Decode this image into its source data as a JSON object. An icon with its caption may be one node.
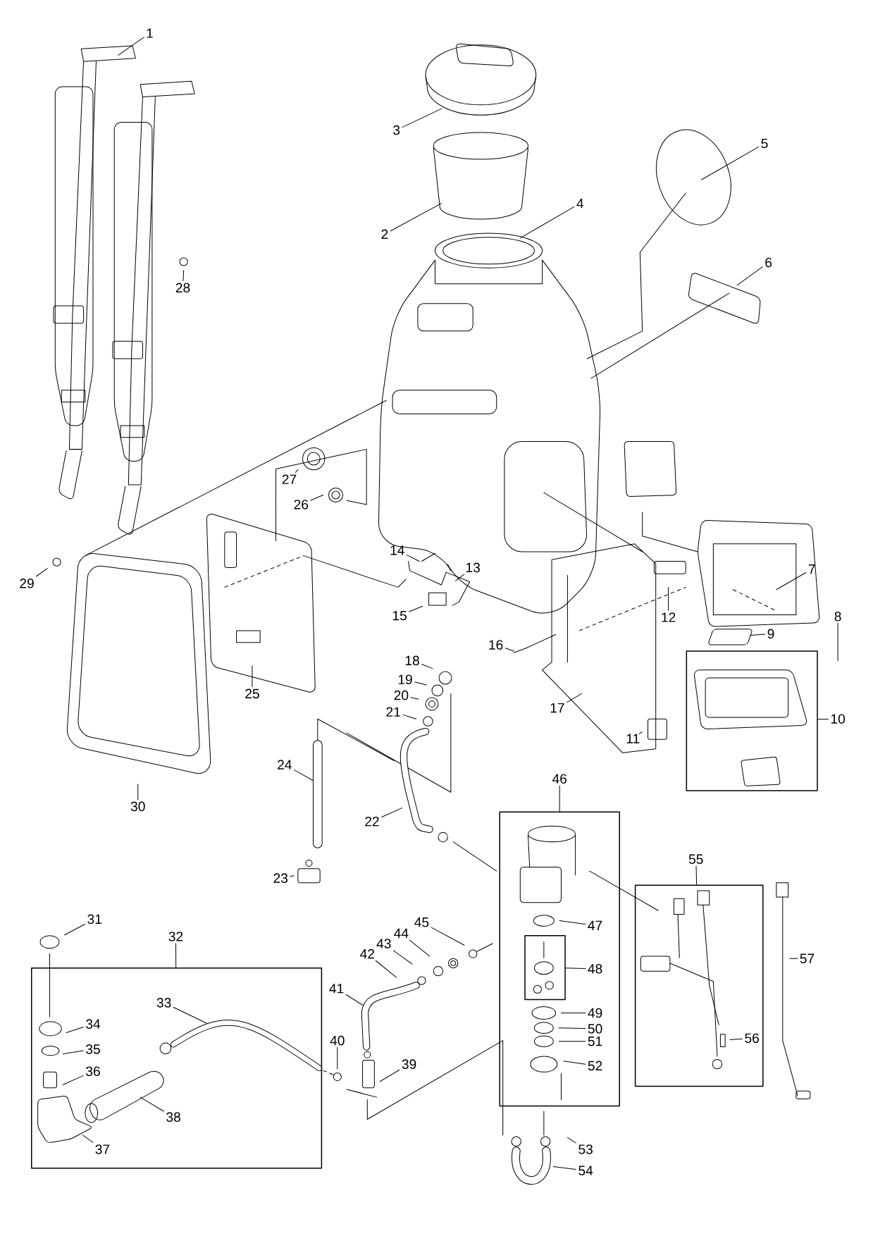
{
  "diagram": {
    "nodes": [
      {
        "text": [
          "1"
        ]
      },
      {
        "text": [
          "2"
        ]
      },
      {
        "text": [
          "3"
        ]
      },
      {
        "text": [
          "4"
        ]
      },
      {
        "text": [
          "5"
        ]
      },
      {
        "text": [
          "6"
        ]
      },
      {
        "text": [
          "7"
        ]
      },
      {
        "text": [
          "8"
        ]
      },
      {
        "text": [
          "9"
        ]
      },
      {
        "text": [
          "10"
        ]
      },
      {
        "text": [],
        "shape": "box"
      },
      {
        "text": [
          "11"
        ]
      },
      {
        "text": [
          "12"
        ]
      },
      {
        "text": [
          "13"
        ]
      },
      {
        "text": [
          "14"
        ]
      },
      {
        "text": [
          "15"
        ]
      },
      {
        "text": [
          "16"
        ]
      },
      {
        "text": [
          "17"
        ]
      },
      {
        "text": [
          "18"
        ]
      },
      {
        "text": [
          "19"
        ]
      },
      {
        "text": [
          "20"
        ]
      },
      {
        "text": [
          "21"
        ]
      },
      {
        "text": [
          "22"
        ]
      },
      {
        "text": [
          "23"
        ]
      },
      {
        "text": [
          "24"
        ]
      },
      {
        "text": [
          "25"
        ]
      },
      {
        "text": [
          "26"
        ]
      },
      {
        "text": [
          "27"
        ]
      },
      {
        "text": [
          "28"
        ]
      },
      {
        "text": [
          "29"
        ]
      },
      {
        "text": [
          "30"
        ]
      },
      {
        "text": [
          "31"
        ]
      },
      {
        "text": [
          "32"
        ]
      },
      {
        "text": [],
        "shape": "box"
      },
      {
        "text": [
          "33"
        ],
        "in": 33
      },
      {
        "text": [
          "34"
        ],
        "in": 33
      },
      {
        "text": [
          "35"
        ],
        "in": 33
      },
      {
        "text": [
          "36"
        ],
        "in": 33
      },
      {
        "text": [
          "37"
        ],
        "in": 33
      },
      {
        "text": [
          "38"
        ],
        "in": 33
      },
      {
        "text": [
          "39"
        ]
      },
      {
        "text": [
          "40"
        ]
      },
      {
        "text": [
          "41"
        ]
      },
      {
        "text": [
          "42"
        ]
      },
      {
        "text": [
          "43"
        ]
      },
      {
        "text": [
          "44"
        ]
      },
      {
        "text": [
          "45"
        ]
      },
      {
        "text": [
          "46"
        ]
      },
      {
        "text": [],
        "shape": "box"
      },
      {
        "text": [
          "47"
        ],
        "in": 48
      },
      {
        "text": [
          "48"
        ],
        "in": 48
      },
      {
        "text": [],
        "shape": "box",
        "in": 48
      },
      {
        "text": [
          "49"
        ],
        "in": 48
      },
      {
        "text": [
          "50"
        ],
        "in": 48
      },
      {
        "text": [
          "51"
        ],
        "in": 48
      },
      {
        "text": [
          "52"
        ],
        "in": 48
      },
      {
        "text": [
          "53"
        ]
      },
      {
        "text": [
          "54"
        ]
      },
      {
        "text": [
          "55"
        ]
      },
      {
        "text": [],
        "shape": "box"
      },
      {
        "text": [
          "56"
        ],
        "in": 59
      },
      {
        "text": [
          "57"
        ]
      }
    ],
    "edges": [
      {
        "from": 0,
        "to": null,
        "arrow": "none"
      },
      {
        "from": 1,
        "to": null,
        "arrow": "none"
      },
      {
        "from": 2,
        "to": null,
        "arrow": "none"
      },
      {
        "from": 3,
        "to": null,
        "arrow": "none"
      },
      {
        "from": 4,
        "to": null,
        "arrow": "none"
      },
      {
        "from": 5,
        "to": null,
        "arrow": "none"
      },
      {
        "from": 6,
        "to": null,
        "arrow": "none"
      },
      {
        "from": 7,
        "to": null,
        "arrow": "none"
      },
      {
        "from": 8,
        "to": null,
        "arrow": "none"
      },
      {
        "from": 9,
        "to": 10,
        "arrow": "none"
      },
      {
        "from": 11,
        "to": null,
        "arrow": "none"
      },
      {
        "from": 12,
        "to": null,
        "arrow": "none"
      },
      {
        "from": 13,
        "to": null,
        "arrow": "none"
      },
      {
        "from": 14,
        "to": null,
        "arrow": "none"
      },
      {
        "from": 15,
        "to": null,
        "arrow": "none"
      },
      {
        "from": 16,
        "to": null,
        "arrow": "none"
      },
      {
        "from": 17,
        "to": null,
        "arrow": "none"
      },
      {
        "from": 18,
        "to": null,
        "arrow": "none"
      },
      {
        "from": 19,
        "to": null,
        "arrow": "none"
      },
      {
        "from": 20,
        "to": null,
        "arrow": "none"
      },
      {
        "from": 21,
        "to": null,
        "arrow": "none"
      },
      {
        "from": 22,
        "to": null,
        "arrow": "none"
      },
      {
        "from": 23,
        "to": null,
        "arrow": "none"
      },
      {
        "from": 24,
        "to": null,
        "arrow": "none"
      },
      {
        "from": 25,
        "to": null,
        "arrow": "none"
      },
      {
        "from": 26,
        "to": null,
        "arrow": "none"
      },
      {
        "from": 27,
        "to": null,
        "arrow": "none"
      },
      {
        "from": 28,
        "to": null,
        "arrow": "none"
      },
      {
        "from": 29,
        "to": null,
        "arrow": "none"
      },
      {
        "from": 30,
        "to": null,
        "arrow": "none"
      },
      {
        "from": 31,
        "to": null,
        "arrow": "none"
      },
      {
        "from": 32,
        "to": 33,
        "arrow": "none"
      },
      {
        "from": 34,
        "to": null,
        "arrow": "none"
      },
      {
        "from": 35,
        "to": null,
        "arrow": "none"
      },
      {
        "from": 36,
        "to": null,
        "arrow": "none"
      },
      {
        "from": 37,
        "to": null,
        "arrow": "none"
      },
      {
        "from": 38,
        "to": null,
        "arrow": "none"
      },
      {
        "from": 39,
        "to": null,
        "arrow": "none"
      },
      {
        "from": 40,
        "to": null,
        "arrow": "none"
      },
      {
        "from": 41,
        "to": null,
        "arrow": "none"
      },
      {
        "from": 42,
        "to": null,
        "arrow": "none"
      },
      {
        "from": 43,
        "to": null,
        "arrow": "none"
      },
      {
        "from": 44,
        "to": null,
        "arrow": "none"
      },
      {
        "from": 45,
        "to": null,
        "arrow": "none"
      },
      {
        "from": 46,
        "to": null,
        "arrow": "none"
      },
      {
        "from": 47,
        "to": 48,
        "arrow": "none"
      },
      {
        "from": 49,
        "to": null,
        "arrow": "none"
      },
      {
        "from": 50,
        "to": 51,
        "arrow": "none"
      },
      {
        "from": 52,
        "to": null,
        "arrow": "none"
      },
      {
        "from": 53,
        "to": null,
        "arrow": "none"
      },
      {
        "from": 54,
        "to": null,
        "arrow": "none"
      },
      {
        "from": 55,
        "to": null,
        "arrow": "none"
      },
      {
        "from": 56,
        "to": null,
        "arrow": "none"
      },
      {
        "from": 57,
        "to": null,
        "arrow": "none"
      },
      {
        "from": 58,
        "to": 59,
        "arrow": "none"
      },
      {
        "from": 60,
        "to": null,
        "arrow": "none"
      },
      {
        "from": 61,
        "to": null,
        "arrow": "none"
      }
    ]
  }
}
